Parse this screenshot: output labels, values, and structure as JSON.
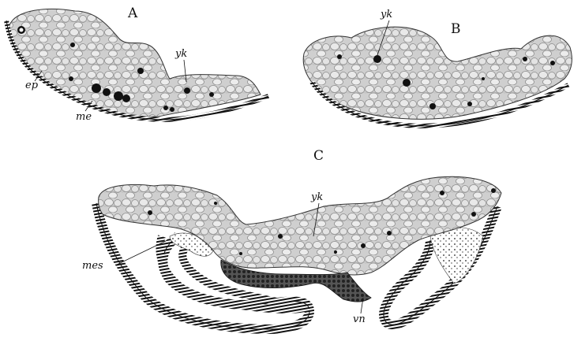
{
  "panels": {
    "a": {
      "letter": "A",
      "labels": {
        "ep": "ep",
        "me": "me",
        "yk": "yk"
      }
    },
    "b": {
      "letter": "B",
      "labels": {
        "yk": "yk"
      }
    },
    "c": {
      "letter": "C",
      "labels": {
        "yk": "yk",
        "mes": "mes",
        "vn": "vn"
      }
    }
  },
  "colors": {
    "ink": "#111111",
    "yolk_fill": "#d9d9d9",
    "paper": "#ffffff"
  }
}
